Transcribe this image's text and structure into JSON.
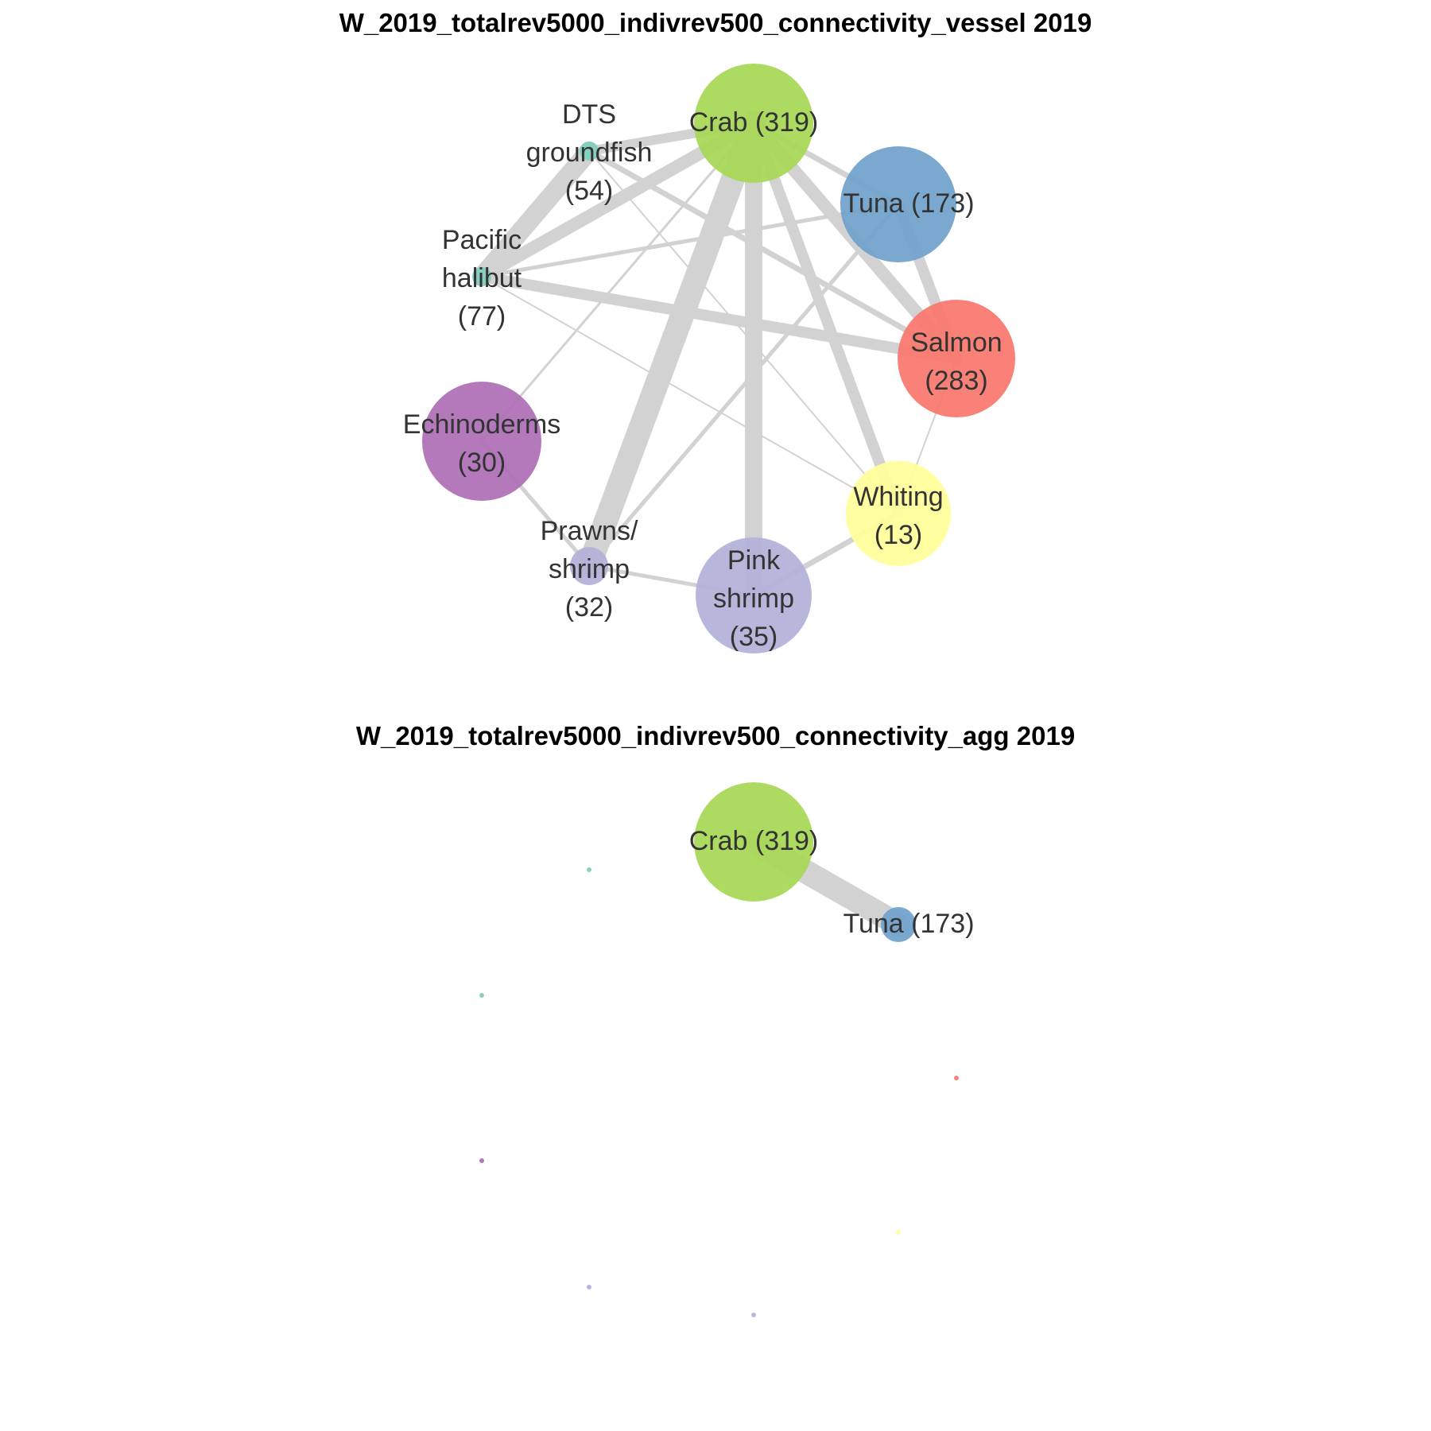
{
  "colors": {
    "edge": "#d2d2d2",
    "title": "#000000",
    "label": "#333333",
    "teal": "#7fcdbb",
    "green": "#a6d854",
    "blue": "#6fa1cb",
    "red": "#f8766d",
    "yellow": "#ffff99",
    "purple": "#ad6eb5",
    "lavender": "#b3b0d9"
  },
  "vessel": {
    "title": "W_2019_totalrev5000_indivrev500_connectivity_vessel 2019",
    "nodes": [
      {
        "id": "dts",
        "label": [
          "DTS",
          "groundfish",
          "(54)"
        ],
        "color_key": "teal"
      },
      {
        "id": "crab",
        "label": [
          "Crab (319)"
        ],
        "color_key": "green"
      },
      {
        "id": "tuna",
        "label": [
          "Tuna (173)"
        ],
        "color_key": "blue"
      },
      {
        "id": "halibut",
        "label": [
          "Pacific",
          "halibut",
          "(77)"
        ],
        "color_key": "teal"
      },
      {
        "id": "salmon",
        "label": [
          "Salmon",
          "(283)"
        ],
        "color_key": "red"
      },
      {
        "id": "echino",
        "label": [
          "Echinoderms",
          "(30)"
        ],
        "color_key": "purple"
      },
      {
        "id": "whiting",
        "label": [
          "Whiting",
          "(13)"
        ],
        "color_key": "yellow"
      },
      {
        "id": "prawns",
        "label": [
          "Prawns/",
          "shrimp",
          "(32)"
        ],
        "color_key": "lavender"
      },
      {
        "id": "pink",
        "label": [
          "Pink",
          "shrimp",
          "(35)"
        ],
        "color_key": "lavender"
      }
    ],
    "edges": [
      {
        "from": "crab",
        "to": "prawns"
      },
      {
        "from": "crab",
        "to": "pink"
      },
      {
        "from": "crab",
        "to": "halibut"
      },
      {
        "from": "crab",
        "to": "salmon"
      },
      {
        "from": "crab",
        "to": "whiting"
      },
      {
        "from": "crab",
        "to": "dts"
      },
      {
        "from": "dts",
        "to": "halibut"
      },
      {
        "from": "halibut",
        "to": "salmon"
      },
      {
        "from": "tuna",
        "to": "salmon"
      },
      {
        "from": "dts",
        "to": "salmon"
      },
      {
        "from": "crab",
        "to": "tuna"
      },
      {
        "from": "halibut",
        "to": "tuna"
      },
      {
        "from": "tuna",
        "to": "prawns"
      },
      {
        "from": "dts",
        "to": "whiting"
      },
      {
        "from": "crab",
        "to": "echino"
      },
      {
        "from": "halibut",
        "to": "whiting"
      },
      {
        "from": "echino",
        "to": "prawns"
      },
      {
        "from": "prawns",
        "to": "pink"
      },
      {
        "from": "pink",
        "to": "whiting"
      },
      {
        "from": "salmon",
        "to": "whiting"
      }
    ]
  },
  "agg": {
    "title": "W_2019_totalrev5000_indivrev500_connectivity_agg 2019",
    "nodes": [
      {
        "id": "crab",
        "label": [
          "Crab (319)"
        ],
        "color_key": "green"
      },
      {
        "id": "tuna",
        "label": [
          "Tuna (173)"
        ],
        "color_key": "blue"
      },
      {
        "id": "dts",
        "label": [],
        "color_key": "teal"
      },
      {
        "id": "halibut",
        "label": [],
        "color_key": "teal"
      },
      {
        "id": "salmon",
        "label": [],
        "color_key": "red"
      },
      {
        "id": "echino",
        "label": [],
        "color_key": "purple"
      },
      {
        "id": "whiting",
        "label": [],
        "color_key": "yellow"
      },
      {
        "id": "prawns",
        "label": [],
        "color_key": "lavender"
      },
      {
        "id": "pink",
        "label": [],
        "color_key": "lavender"
      }
    ],
    "edges": [
      {
        "from": "crab",
        "to": "tuna"
      }
    ]
  }
}
